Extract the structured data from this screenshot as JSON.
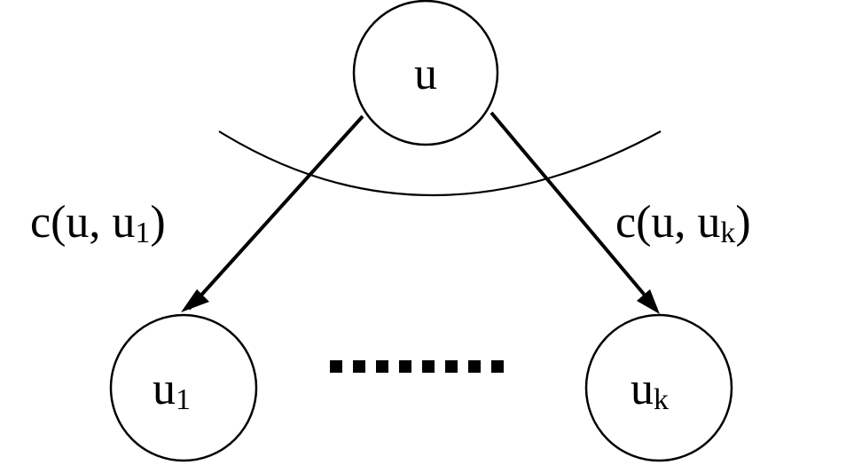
{
  "nodes": {
    "root": {
      "label": "u"
    },
    "first_child": {
      "label": "u",
      "subscript": "1"
    },
    "last_child": {
      "label": "u",
      "subscript": "k"
    }
  },
  "edges": {
    "left": {
      "prefix": "c(u, u",
      "subscript": "1",
      "suffix": ")"
    },
    "right": {
      "prefix": "c(u, u",
      "subscript": "k",
      "suffix": ")"
    }
  },
  "colors": {
    "stroke": "#000000",
    "background": "#ffffff"
  }
}
